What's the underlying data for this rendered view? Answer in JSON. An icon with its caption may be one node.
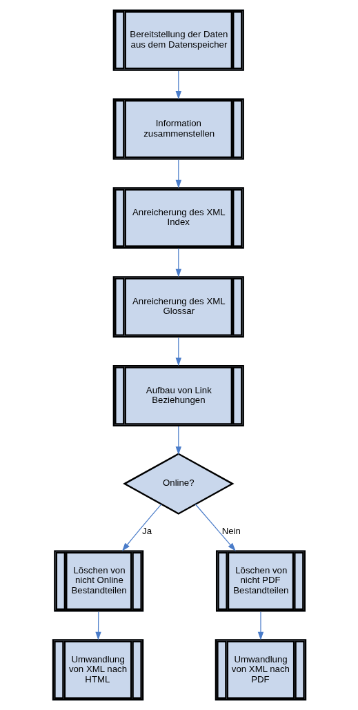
{
  "diagram": {
    "nodes": [
      {
        "text": [
          "Bereitstellung der Daten aus dem Datenspeicher"
        ]
      },
      {
        "text": [
          "Information zusammenstellen"
        ]
      },
      {
        "text": [
          "Anreicherung des XML Index"
        ]
      },
      {
        "text": [
          "Anreicherung des XML Glossar"
        ]
      },
      {
        "text": [
          "Aufbau von Link Beziehungen"
        ]
      },
      {
        "text": [
          "Online?"
        ]
      },
      {
        "text": [
          "Löschen von nicht Online Bestandteilen"
        ]
      },
      {
        "text": [
          "Umwandlung von XML nach HTML"
        ]
      },
      {
        "text": [
          "Löschen von nicht PDF Bestandteilen"
        ]
      },
      {
        "text": [
          "Umwandlung von XML nach PDF"
        ]
      }
    ],
    "edges": [
      {
        "from": 0,
        "to": 1,
        "arrow": "to"
      },
      {
        "from": 1,
        "to": 2,
        "arrow": "to"
      },
      {
        "from": 2,
        "to": 3,
        "arrow": "to"
      },
      {
        "from": 3,
        "to": 4,
        "arrow": "to"
      },
      {
        "from": 4,
        "to": 5,
        "arrow": "to"
      },
      {
        "from": 5,
        "to": 6,
        "arrow": "to",
        "label": "Ja"
      },
      {
        "from": 5,
        "to": 8,
        "arrow": "to",
        "label": "Nein"
      },
      {
        "from": 6,
        "to": 7,
        "arrow": "to"
      },
      {
        "from": 8,
        "to": 9,
        "arrow": "to"
      }
    ]
  }
}
